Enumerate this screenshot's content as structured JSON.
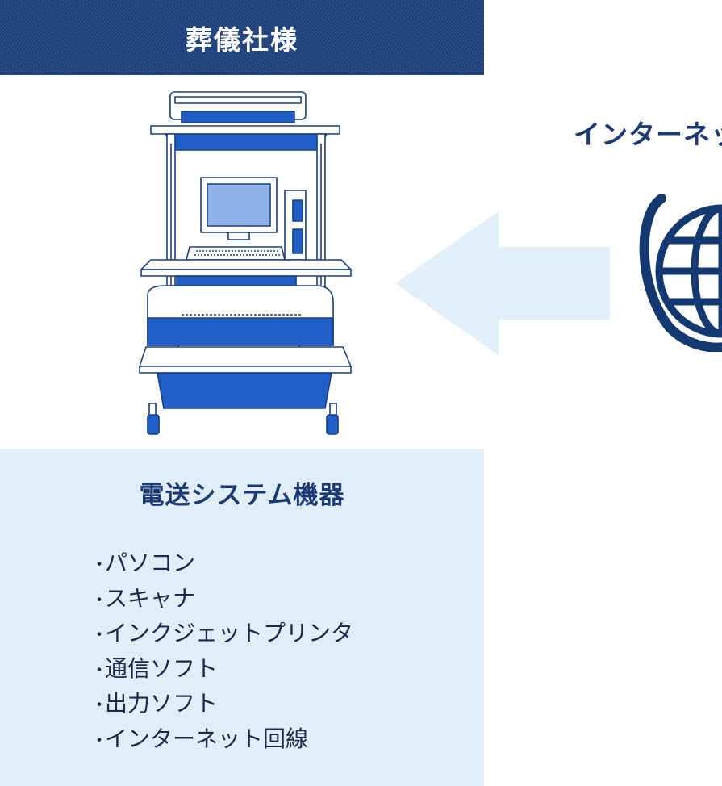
{
  "header": {
    "title": "葬儀社様"
  },
  "equipment": {
    "title": "電送システム機器",
    "items": [
      "パソコン",
      "スキャナ",
      "インクジェットプリンタ",
      "通信ソフト",
      "出力ソフト",
      "インターネット回線"
    ]
  },
  "network": {
    "label": "インターネット"
  },
  "icons": {
    "equipment": "computer-workstation-icon",
    "arrow": "arrow-left-icon",
    "network": "globe-icon"
  },
  "colors": {
    "navy": "#1c3f7c",
    "title_text": "#1c3a73",
    "panel_bg": "#e1eef9",
    "arrow": "#e2eef9",
    "accent_blue": "#1f5fc6"
  }
}
